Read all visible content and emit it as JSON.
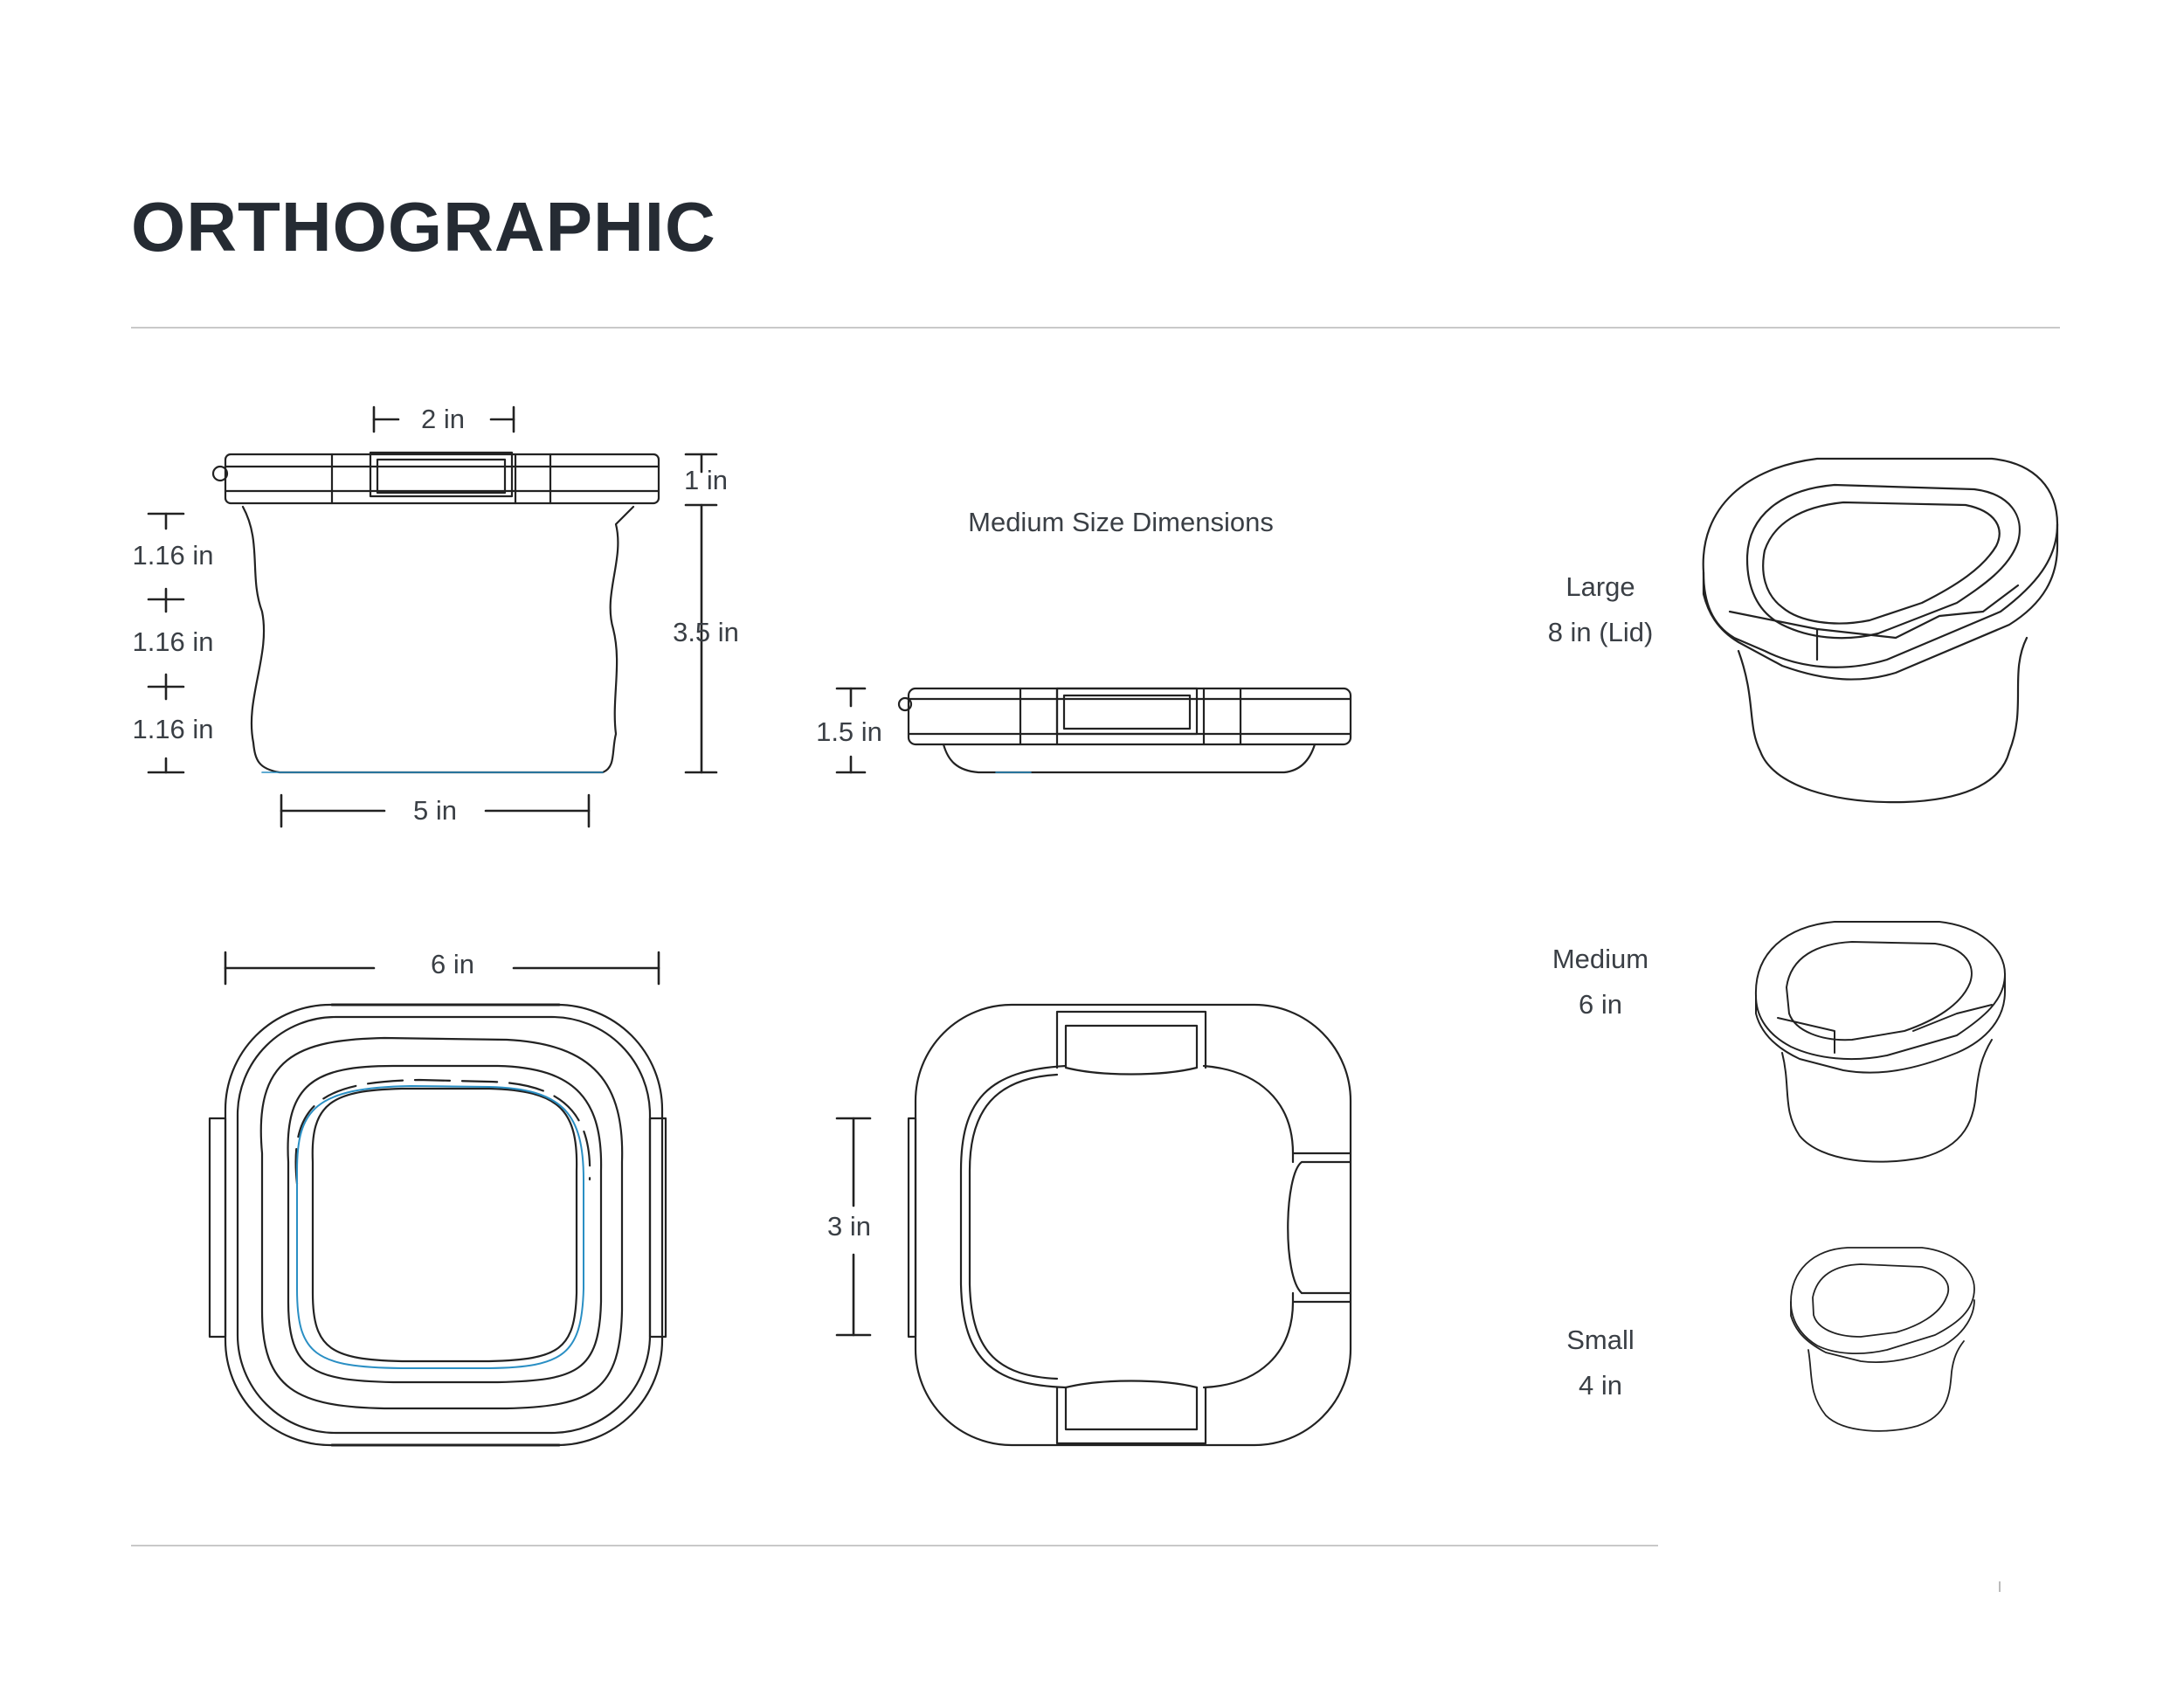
{
  "page": {
    "title": "ORTHOGRAPHIC"
  },
  "diagram": {
    "heading": "Medium Size Dimensions",
    "dimensions": {
      "side_top_width": "2 in",
      "lid_height": "1 in",
      "segment_1": "1.16 in",
      "segment_2": "1.16 in",
      "segment_3": "1.16 in",
      "body_height": "3.5 in",
      "base_width": "5 in",
      "collapsed_height": "1.5 in",
      "top_width": "6 in",
      "tab_span": "3 in"
    },
    "sizes": [
      {
        "name": "Large",
        "size": "8 in (Lid)"
      },
      {
        "name": "Medium",
        "size": "6 in"
      },
      {
        "name": "Small",
        "size": "4 in"
      }
    ]
  },
  "colors": {
    "line": "#222222",
    "accent": "#2a8fc4",
    "rule": "#c9c9c9",
    "title": "#252b33"
  }
}
